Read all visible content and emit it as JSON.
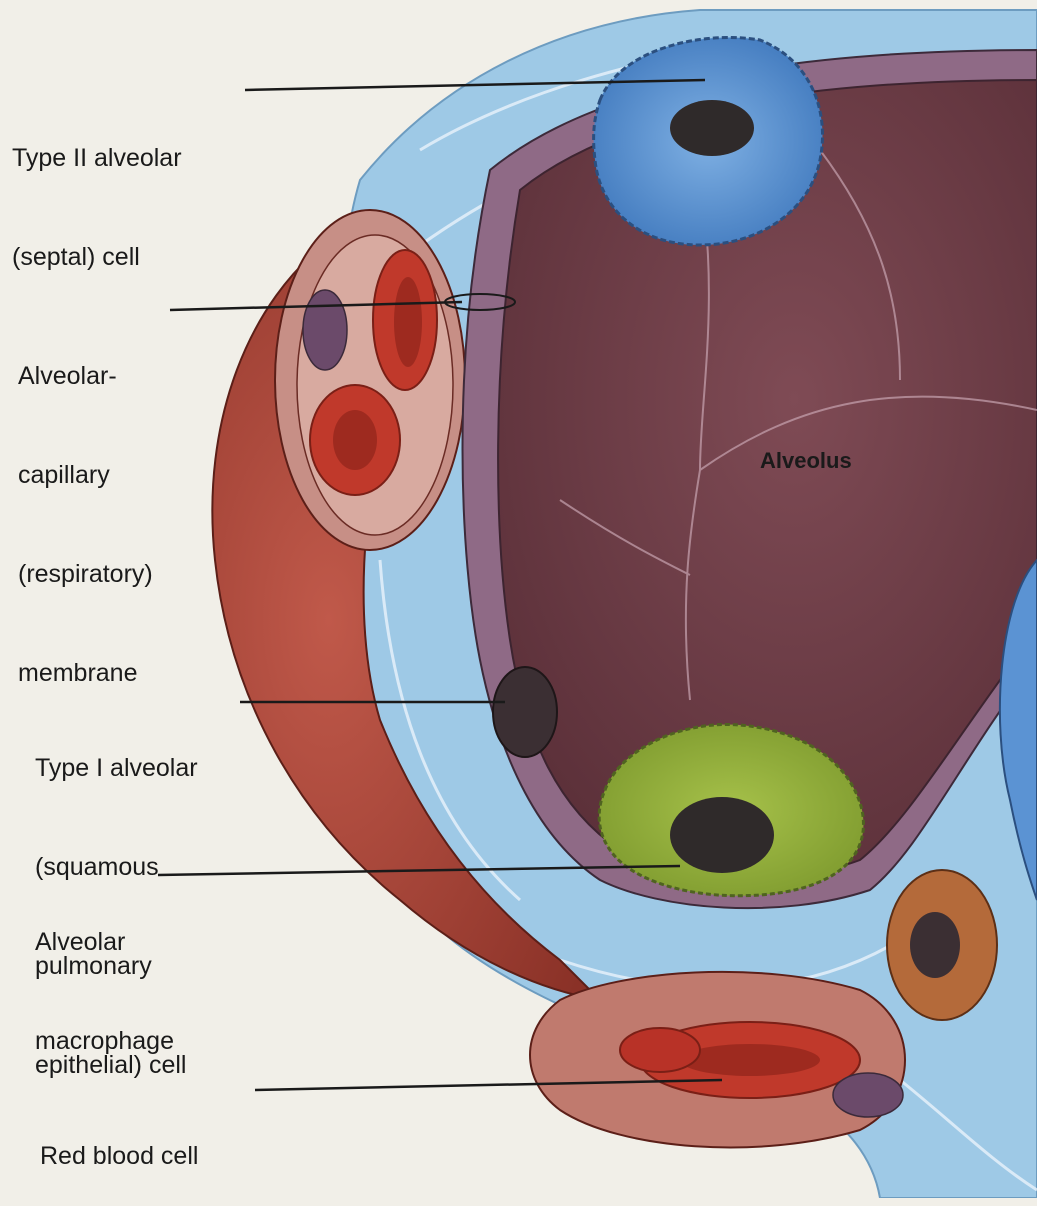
{
  "labels": {
    "type2_line1": "Type II alveolar",
    "type2_line2": "(septal) cell",
    "membrane_line1": "Alveolar-",
    "membrane_line2": "capillary",
    "membrane_line3": "(respiratory)",
    "membrane_line4": "membrane",
    "type1_line1": "Type I alveolar",
    "type1_line2": "(squamous",
    "type1_line3": "pulmonary",
    "type1_line4": "epithelial) cell",
    "macro_line1": "Alveolar",
    "macro_line2": "macrophage",
    "rbc": "Red blood cell",
    "alveolus": "Alveolus"
  },
  "colors": {
    "background": "#f1efe8",
    "interstitium": "#9ec9e6",
    "alveolus_wall": "#8f6a86",
    "alveolus_lumen": "#6e3d46",
    "capillary": "#a8463a",
    "red_blood_cell": "#c0392b",
    "type2_cell": "#5b93d3",
    "macrophage": "#8fae3a",
    "nucleus": "#2f2a2a"
  }
}
